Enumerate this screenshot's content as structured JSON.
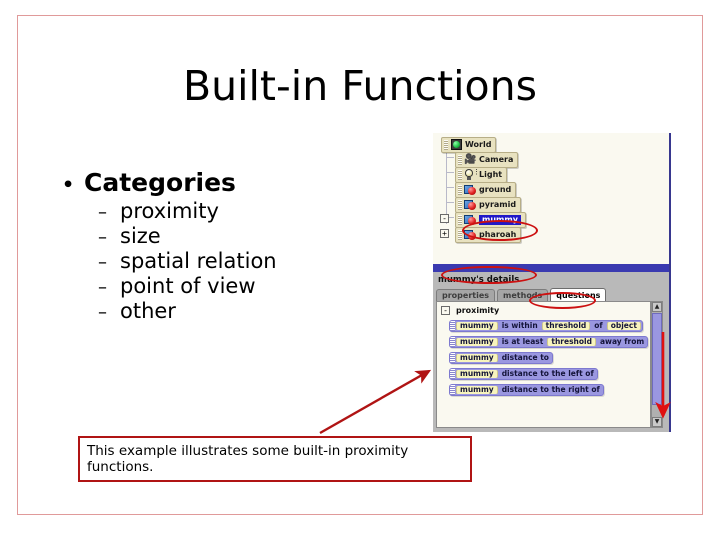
{
  "slide": {
    "title": "Built-in Functions",
    "border_color": "#e09a9a"
  },
  "bullets": {
    "level1": "Categories",
    "level1_marker": "•",
    "level2_marker": "–",
    "items": [
      "proximity",
      "size",
      "spatial relation",
      "point of view",
      "other"
    ]
  },
  "caption": {
    "text": "This example illustrates some built-in proximity functions.",
    "border_color": "#b01414"
  },
  "annotations": {
    "arrow_color": "#b01414",
    "ellipse_color": "#cc1111"
  },
  "alice": {
    "tree": {
      "nodes": [
        {
          "label": "World",
          "icon": "world-icon",
          "indent": 0,
          "expander": "",
          "selected": false
        },
        {
          "label": "Camera",
          "icon": "camera-icon",
          "indent": 1,
          "expander": "",
          "selected": false
        },
        {
          "label": "Light",
          "icon": "light-icon",
          "indent": 1,
          "expander": "",
          "selected": false
        },
        {
          "label": "ground",
          "icon": "object-icon",
          "indent": 1,
          "expander": "",
          "selected": false
        },
        {
          "label": "pyramid",
          "icon": "object-icon",
          "indent": 1,
          "expander": "",
          "selected": false
        },
        {
          "label": "mummy",
          "icon": "object-icon",
          "indent": 1,
          "expander": "-",
          "selected": true
        },
        {
          "label": "pharoah",
          "icon": "object-icon",
          "indent": 1,
          "expander": "+",
          "selected": false
        }
      ]
    },
    "details": {
      "title": "mummy's details",
      "tabs": [
        {
          "label": "properties",
          "active": false
        },
        {
          "label": "methods",
          "active": false
        },
        {
          "label": "questions",
          "active": true
        }
      ],
      "group": {
        "label": "proximity",
        "expander": "-"
      },
      "functions": [
        {
          "name": "is-within-threshold-of-object",
          "segments": [
            {
              "text": "mummy",
              "kind": "param"
            },
            {
              "text": "is within",
              "kind": "word"
            },
            {
              "text": "threshold",
              "kind": "param"
            },
            {
              "text": "of",
              "kind": "word"
            },
            {
              "text": "object",
              "kind": "param"
            }
          ]
        },
        {
          "name": "is-at-least-threshold-away-from",
          "segments": [
            {
              "text": "mummy",
              "kind": "param"
            },
            {
              "text": "is at least",
              "kind": "word"
            },
            {
              "text": "threshold",
              "kind": "param"
            },
            {
              "text": "away from",
              "kind": "word"
            }
          ]
        },
        {
          "name": "distance-to",
          "segments": [
            {
              "text": "mummy",
              "kind": "param"
            },
            {
              "text": "distance to",
              "kind": "word"
            }
          ]
        },
        {
          "name": "distance-to-the-left-of",
          "segments": [
            {
              "text": "mummy",
              "kind": "param"
            },
            {
              "text": "distance to the left of",
              "kind": "word"
            }
          ]
        },
        {
          "name": "distance-to-the-right-of",
          "segments": [
            {
              "text": "mummy",
              "kind": "param"
            },
            {
              "text": "distance to the right of",
              "kind": "word"
            }
          ]
        }
      ],
      "scrollbar": {
        "up_glyph": "▲",
        "down_glyph": "▼"
      }
    }
  }
}
